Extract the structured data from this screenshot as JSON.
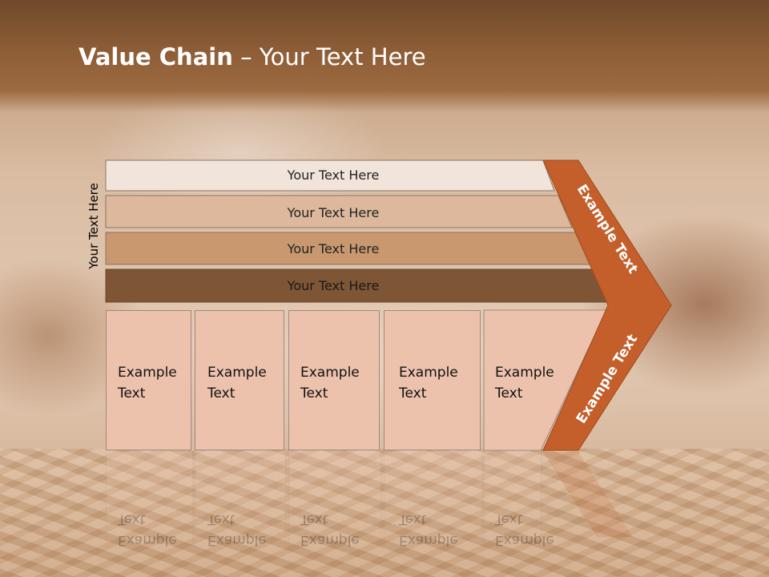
{
  "slide": {
    "title_bold": "Value Chain",
    "title_rest": " – Your Text Here",
    "vertical_label": "Your Text Here"
  },
  "rows": [
    {
      "label": "Your Text Here",
      "fill": "#f1e4db"
    },
    {
      "label": "Your Text Here",
      "fill": "#ddb89c"
    },
    {
      "label": "Your Text Here",
      "fill": "#c9986f"
    },
    {
      "label": "Your Text Here",
      "fill": "#7e5535"
    }
  ],
  "boxes": [
    {
      "line1": "Example",
      "line2": "Text"
    },
    {
      "line1": "Example",
      "line2": "Text"
    },
    {
      "line1": "Example",
      "line2": "Text"
    },
    {
      "line1": "Example",
      "line2": "Text"
    },
    {
      "line1": "Example",
      "line2": "Text"
    }
  ],
  "chevron": {
    "upper_label": "Example Text",
    "lower_label": "Example Text",
    "fill": "#c45e2a"
  },
  "colors": {
    "box_fill": "#ecc2ad",
    "banner": "#8d5d36"
  }
}
